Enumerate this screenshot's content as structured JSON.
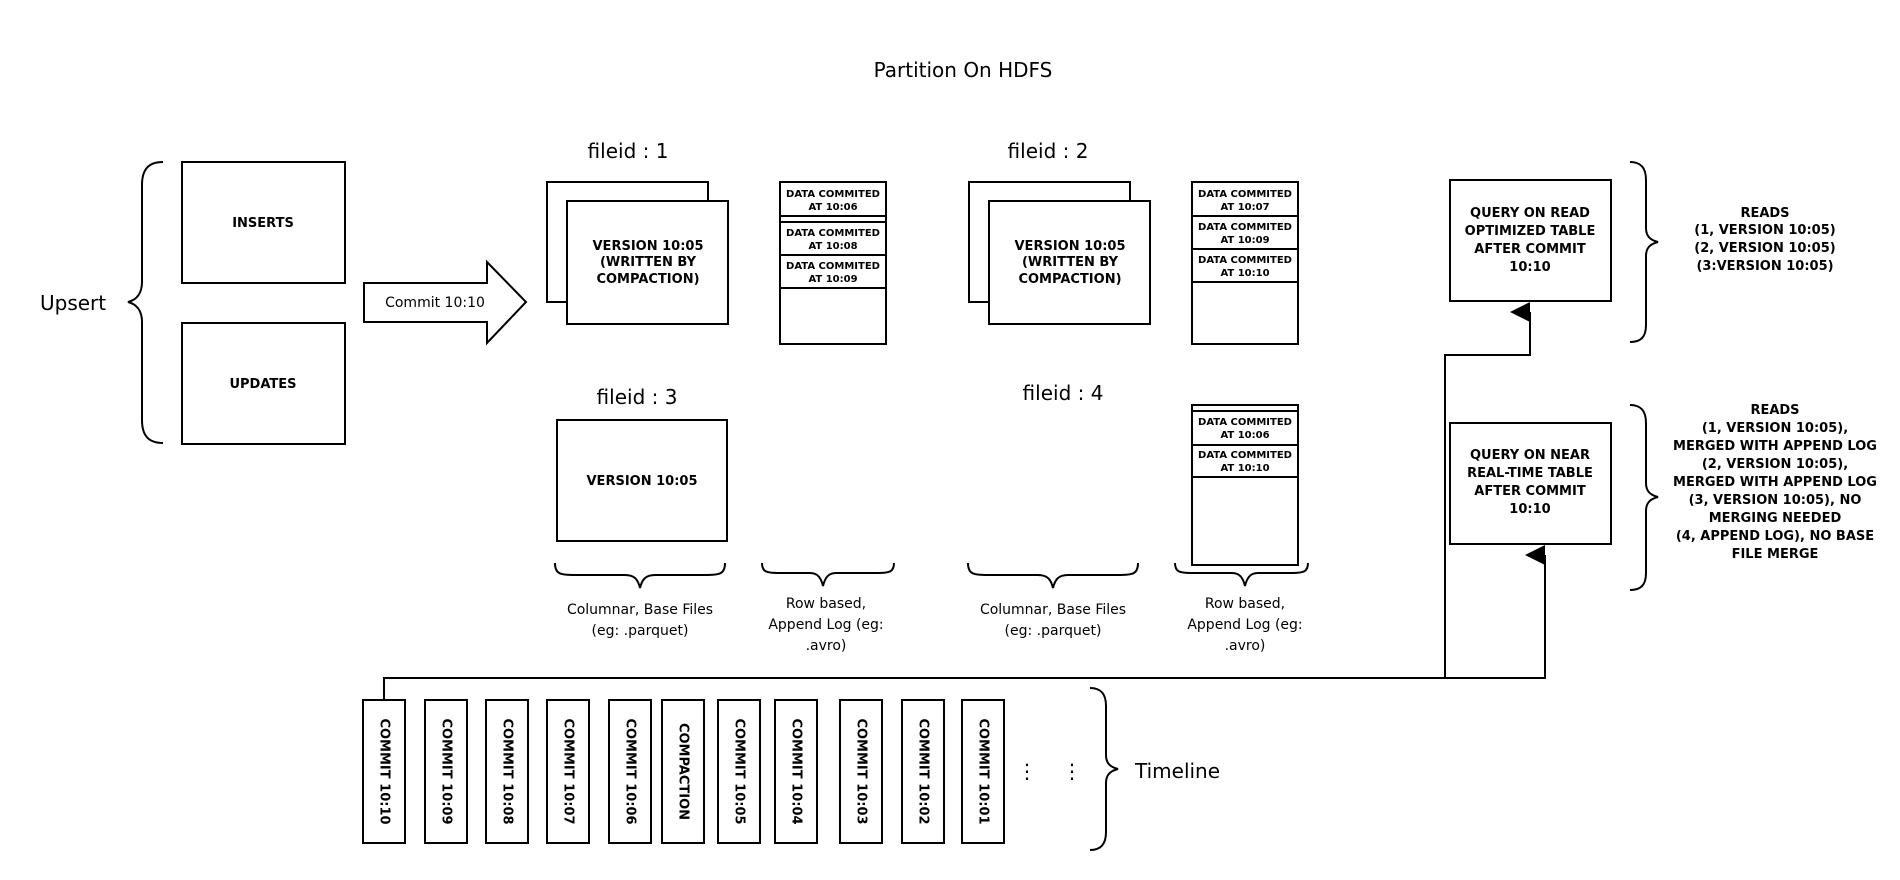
{
  "title": "Partition On HDFS",
  "upsert": {
    "label": "Upsert",
    "inserts": "INSERTS",
    "updates": "UPDATES",
    "commit_arrow": "Commit 10:10"
  },
  "file_groups": [
    {
      "fileid": "fileid : 1",
      "base_lines": [
        "VERSION 10:05",
        "(WRITTEN BY",
        "COMPACTION)"
      ],
      "log_entries": [
        [
          "DATA COMMITED",
          "AT 10:06"
        ],
        [
          "DATA COMMITED",
          "AT 10:08"
        ],
        [
          "DATA COMMITED",
          "AT 10:09"
        ]
      ]
    },
    {
      "fileid": "fileid : 2",
      "base_lines": [
        "VERSION 10:05",
        "(WRITTEN BY",
        "COMPACTION)"
      ],
      "log_entries": [
        [
          "DATA COMMITED",
          "AT 10:07"
        ],
        [
          "DATA COMMITED",
          "AT 10:09"
        ],
        [
          "DATA COMMITED",
          "AT 10:10"
        ]
      ]
    },
    {
      "fileid": "fileid : 3",
      "base_lines": [
        "VERSION 10:05"
      ],
      "log_entries": []
    },
    {
      "fileid": "fileid : 4",
      "base_lines": [],
      "log_entries": [
        [
          "DATA COMMITED",
          "AT 10:06"
        ],
        [
          "DATA COMMITED",
          "AT 10:10"
        ]
      ]
    }
  ],
  "captions": {
    "columnar": [
      "Columnar, Base Files",
      "(eg: .parquet)"
    ],
    "rowbased": [
      "Row based,",
      "Append Log  (eg:",
      ".avro)"
    ]
  },
  "queries": {
    "read_optimized": {
      "box": [
        "QUERY ON READ",
        "OPTIMIZED TABLE",
        "AFTER COMMIT",
        "10:10"
      ],
      "reads": [
        "READS",
        "(1, VERSION 10:05)",
        "(2, VERSION 10:05)",
        "(3:VERSION 10:05)"
      ]
    },
    "near_realtime": {
      "box": [
        "QUERY ON NEAR",
        "REAL-TIME TABLE",
        "AFTER COMMIT",
        "10:10"
      ],
      "reads": [
        "READS",
        "(1, VERSION 10:05),",
        "MERGED WITH APPEND LOG",
        "(2, VERSION 10:05),",
        "MERGED WITH APPEND LOG",
        "(3, VERSION 10:05), NO",
        "MERGING NEEDED",
        "(4, APPEND LOG), NO BASE",
        "FILE MERGE"
      ]
    }
  },
  "timeline": {
    "label": "Timeline",
    "entries": [
      "COMMIT 10:10",
      "COMMIT 10:09",
      "COMMIT 10:08",
      "COMMIT 10:07",
      "COMMIT 10:06",
      "COMPACTION",
      "COMMIT 10:05",
      "COMMIT 10:04",
      "COMMIT 10:03",
      "COMMIT 10:02",
      "COMMIT 10:01"
    ],
    "ellipsis": "⋮"
  }
}
